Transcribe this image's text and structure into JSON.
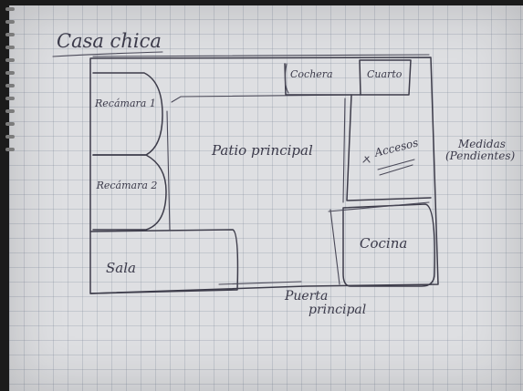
{
  "title": "Casa chica",
  "rooms": {
    "recamara1": "Recámara 1",
    "recamara2": "Recámara 2",
    "sala": "Sala",
    "patio": "Patio principal",
    "cochera": "Cochera",
    "cuarto": "Cuarto",
    "acceso": "Accesos",
    "cocina": "Cocina"
  },
  "notes": {
    "medidas_line1": "Medidas",
    "medidas_line2": "(Pendientes)"
  },
  "door": {
    "line1": "Puerta",
    "line2": "principal"
  },
  "colors": {
    "paper": "#dedfe2",
    "ink": "#3d3c4a",
    "grid": "#8a92a6"
  }
}
